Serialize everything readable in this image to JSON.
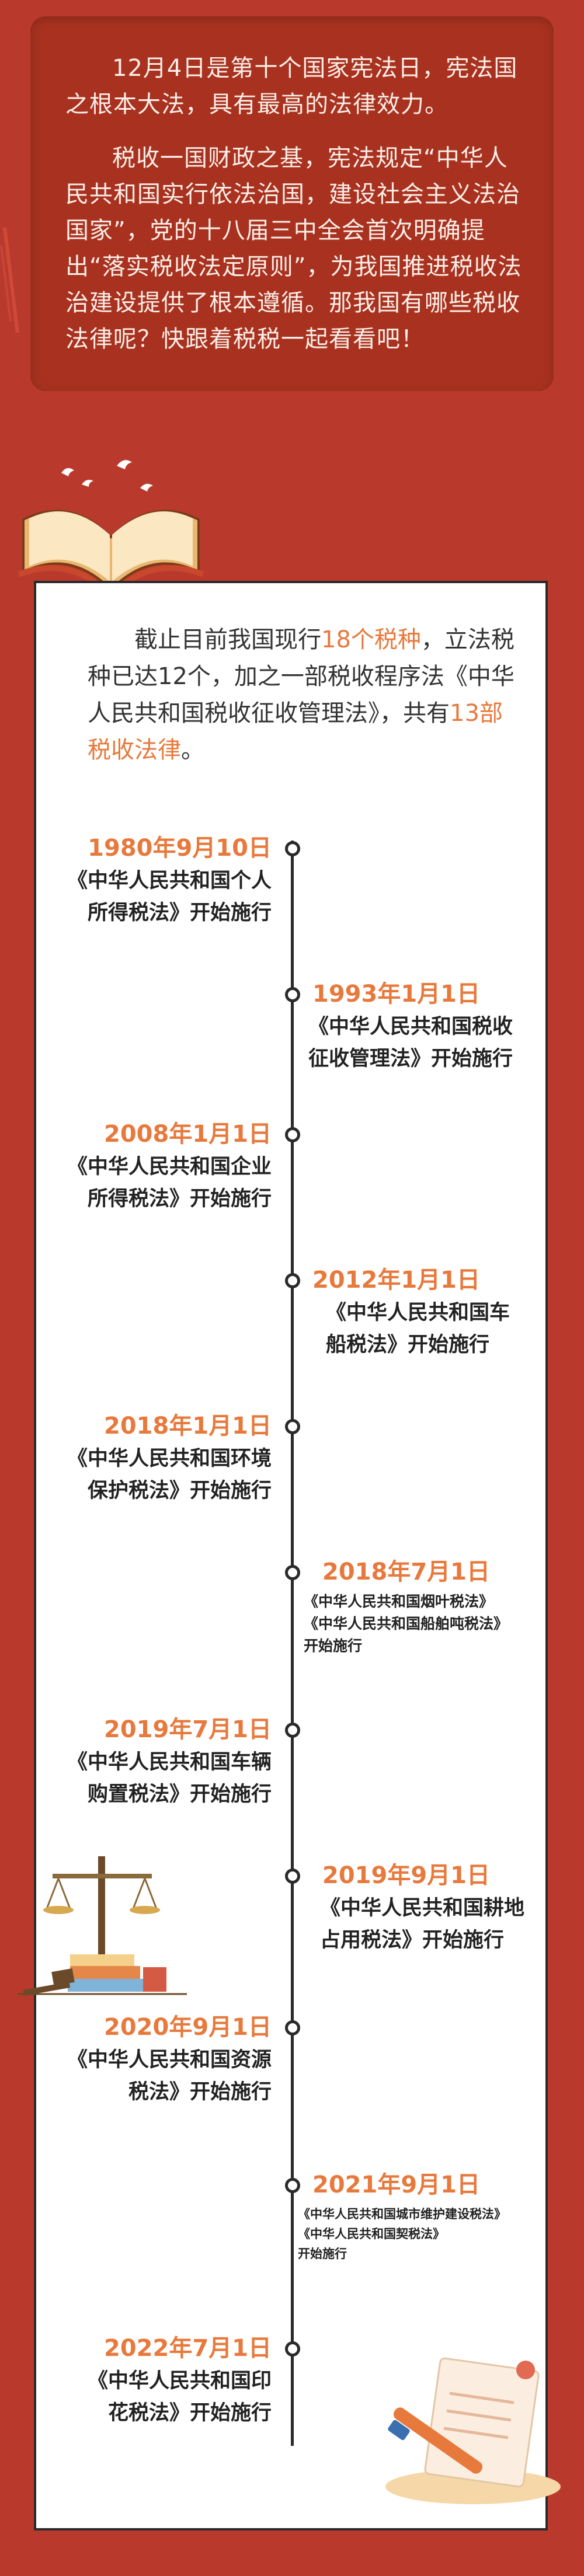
{
  "intro": {
    "paragraph1": "12月4日是第十个国家宪法日，宪法国之根本大法，具有最高的法律效力。",
    "paragraph2": "税收一国财政之基，宪法规定“中华人民共和国实行依法治国，建设社会主义法治国家”，党的十八届三中全会首次明确提出“落实税收法定原则”，为我国推进税收法治建设提供了根本遵循。那我国有哪些税收法律呢？快跟着税税一起看看吧！"
  },
  "summary": {
    "part1": "截止目前我国现行",
    "hl1": "18个税种",
    "part2": "，立法税种已达12个，加之一部税收程序法《中华人民共和国税收征收管理法》，共有",
    "hl2": "13部税收法律",
    "part3": "。"
  },
  "timeline": [
    {
      "date": "1980年9月10日",
      "line1": "《中华人民共和国个人",
      "line2": "所得税法》开始施行"
    },
    {
      "date": "1993年1月1日",
      "line1": "《中华人民共和国税收",
      "line2": "征收管理法》开始施行"
    },
    {
      "date": "2008年1月1日",
      "line1": "《中华人民共和国企业",
      "line2": "所得税法》开始施行"
    },
    {
      "date": "2012年1月1日",
      "line1": "《中华人民共和国车",
      "line2": "船税法》开始施行"
    },
    {
      "date": "2018年1月1日",
      "line1": "《中华人民共和国环境",
      "line2": "保护税法》开始施行"
    },
    {
      "date": "2018年7月1日",
      "line1": "《中华人民共和国烟叶税法》",
      "line2": "《中华人民共和国船舶吨税法》",
      "line3": "开始施行"
    },
    {
      "date": "2019年7月1日",
      "line1": "《中华人民共和国车辆",
      "line2": "购置税法》开始施行"
    },
    {
      "date": "2019年9月1日",
      "line1": "《中华人民共和国耕地",
      "line2": "占用税法》开始施行"
    },
    {
      "date": "2020年9月1日",
      "line1": "《中华人民共和国资源",
      "line2": "税法》开始施行"
    },
    {
      "date": "2021年9月1日",
      "line1": "《中华人民共和国城市维护建设税法》",
      "line2": "《中华人民共和国契税法》",
      "line3": "开始施行"
    },
    {
      "date": "2022年7月1日",
      "line1": "《中华人民共和国印",
      "line2": "花税法》开始施行"
    }
  ]
}
